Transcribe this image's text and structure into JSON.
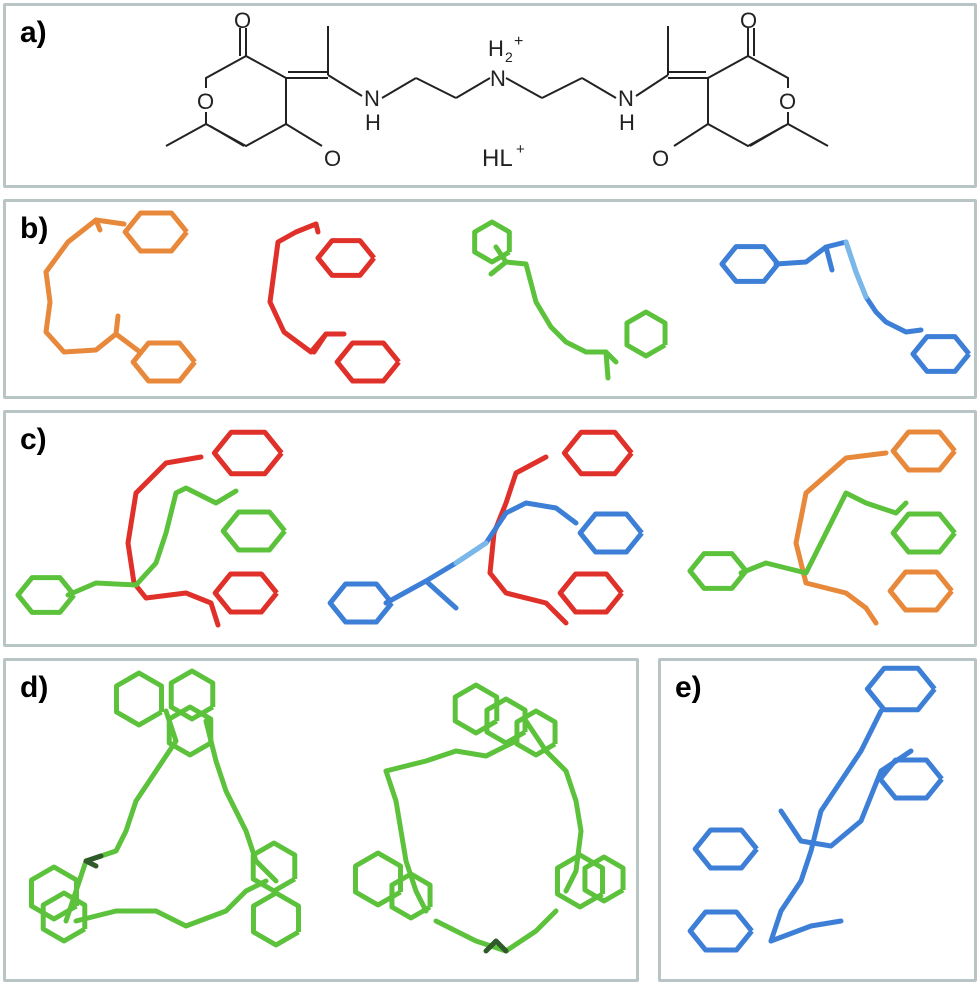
{
  "panels": {
    "a": {
      "label": "a)"
    },
    "b": {
      "label": "b)"
    },
    "c": {
      "label": "c)"
    },
    "d": {
      "label": "d)"
    },
    "e": {
      "label": "e)"
    }
  },
  "structure": {
    "atoms": {
      "o_left_top": "O",
      "o_left_ring": "O",
      "o_left_bottom": "O",
      "n_left": "N",
      "h_left": "H",
      "n_center": "N",
      "h2_center": "H",
      "h2_sub": "2",
      "h2_plus": "+",
      "n_right": "N",
      "h_right": "H",
      "o_right_top": "O",
      "o_right_ring": "O",
      "o_right_bottom": "O"
    },
    "compound": {
      "main": "HL",
      "charge": "+"
    }
  },
  "colors": {
    "orange": "#e8883a",
    "red": "#e0302a",
    "green": "#5cc23c",
    "blue": "#3d7fd6",
    "lightblue": "#7ab8ea",
    "darkgreen": "#2f5a2a",
    "frame": "#b9c4c4"
  }
}
